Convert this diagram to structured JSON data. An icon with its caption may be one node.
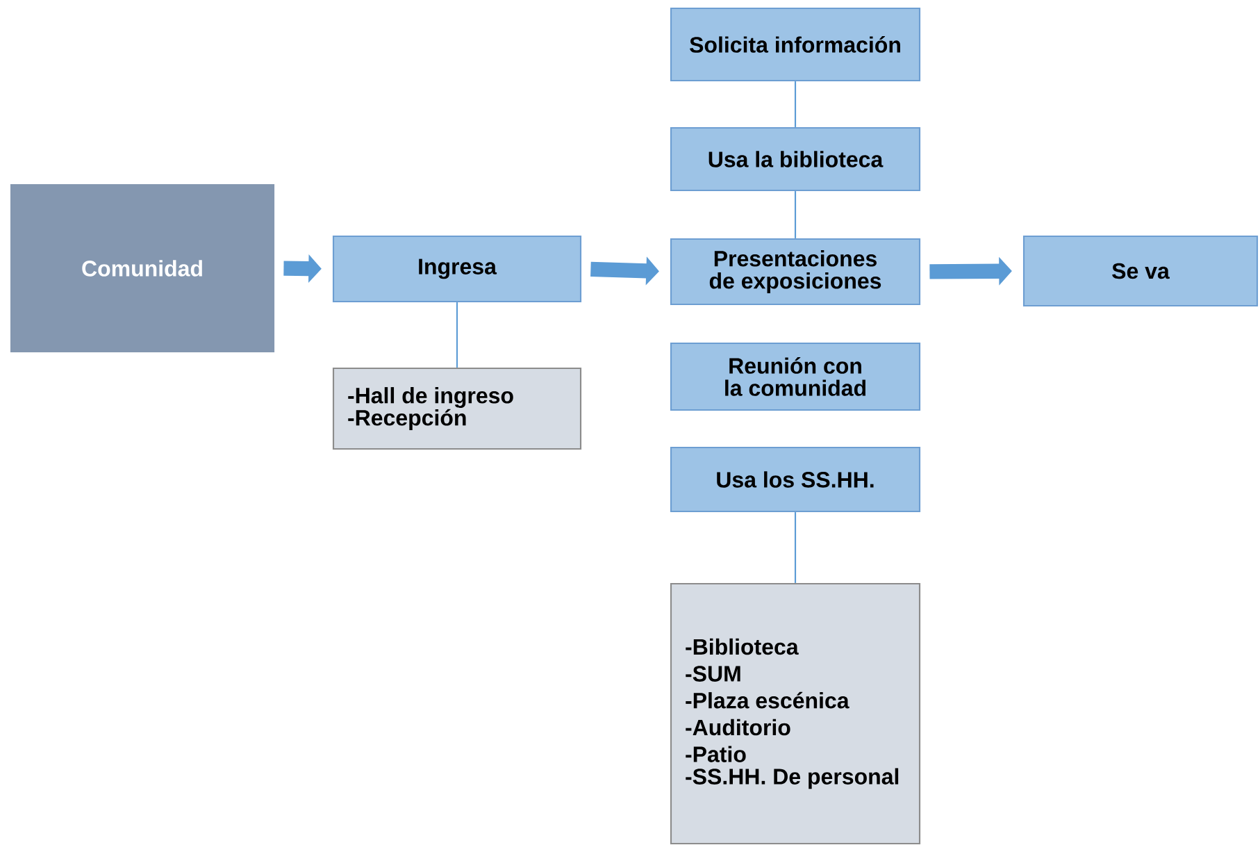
{
  "diagram": {
    "nodes": [
      {
        "text": [
          "Comunidad"
        ]
      },
      {
        "text": [
          "Ingresa"
        ]
      },
      {
        "text": [
          "-Hall de ingreso",
          "-Recepción"
        ]
      },
      {
        "text": [
          "Solicita información"
        ]
      },
      {
        "text": [
          "Usa la biblioteca"
        ]
      },
      {
        "text": [
          "Presentaciones de exposiciones"
        ]
      },
      {
        "text": [
          "Reunión con la comunidad"
        ]
      },
      {
        "text": [
          "Usa los SS.HH."
        ]
      },
      {
        "text": [
          "-Biblioteca",
          "-SUM",
          "-Plaza escénica",
          "-Auditorio",
          "-Patio",
          "-SS.HH. De personal"
        ]
      },
      {
        "text": [
          "Se va"
        ]
      }
    ],
    "edges": [
      {
        "from": 0,
        "to": 1,
        "arrow": "to",
        "style": "thick"
      },
      {
        "from": 1,
        "to": 2,
        "arrow": "none"
      },
      {
        "from": 1,
        "to": 5,
        "arrow": "to",
        "style": "thick"
      },
      {
        "from": 3,
        "to": 4,
        "arrow": "none"
      },
      {
        "from": 4,
        "to": 5,
        "arrow": "none"
      },
      {
        "from": 7,
        "to": 8,
        "arrow": "none"
      },
      {
        "from": 5,
        "to": 9,
        "arrow": "to",
        "style": "thick"
      }
    ]
  }
}
